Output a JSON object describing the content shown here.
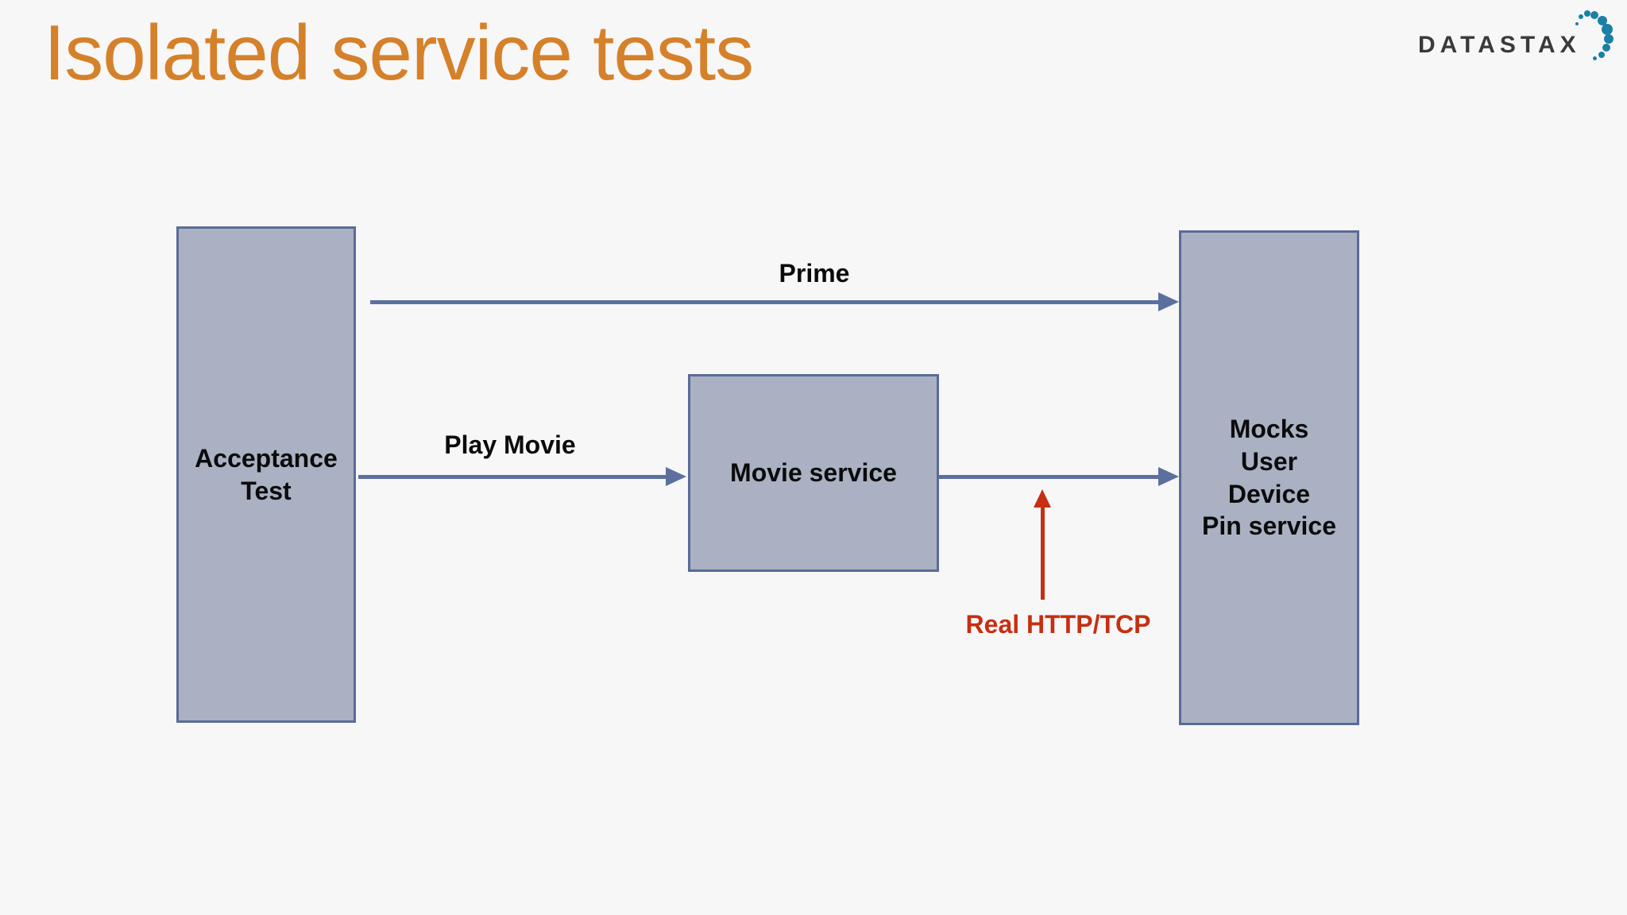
{
  "slide": {
    "title": "Isolated service tests",
    "background_color": "#f8f7f7",
    "title_color": "#d5812a"
  },
  "logo": {
    "text": "DATASTAX",
    "text_color": "#3a3a3c",
    "dot_color": "#1b80a5",
    "dots_icon": "dot-swirl-icon"
  },
  "boxes": {
    "acceptance": {
      "lines": [
        "Acceptance",
        "Test"
      ]
    },
    "movie": {
      "label": "Movie service"
    },
    "mocks": {
      "lines": [
        "Mocks",
        "User",
        "Device",
        "Pin service"
      ]
    },
    "fill_color": "#a9b1c2",
    "border_color": "#5a6b97"
  },
  "arrows": {
    "color": "#5c70a0",
    "prime": {
      "label": "Prime",
      "from": "Acceptance Test",
      "to": "Mocks"
    },
    "play_movie": {
      "label": "Play Movie",
      "from": "Acceptance Test",
      "to": "Movie service"
    },
    "movie_to_mocks": {
      "label": "",
      "from": "Movie service",
      "to": "Mocks"
    },
    "real_http": {
      "label": "Real HTTP/TCP",
      "color": "#c62f12",
      "direction": "up"
    }
  }
}
